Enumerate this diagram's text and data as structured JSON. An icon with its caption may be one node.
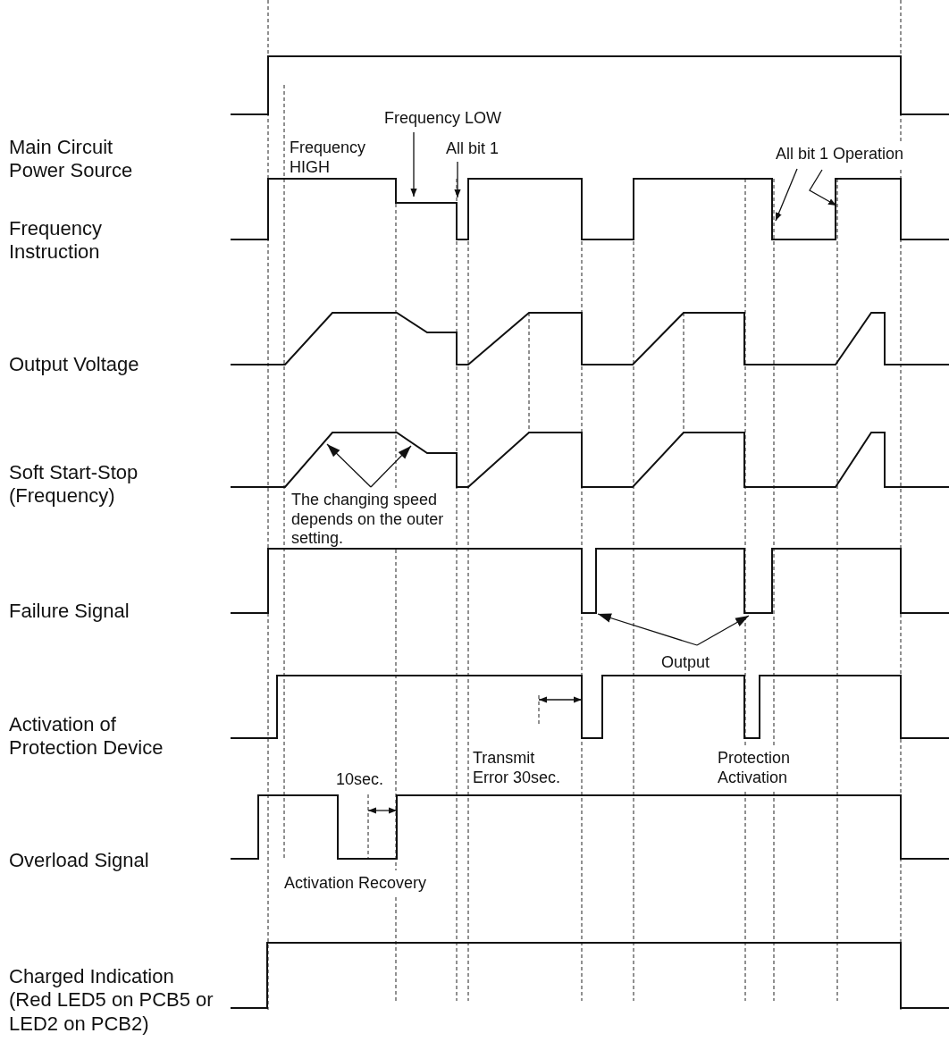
{
  "diagram": {
    "nodes": [
      {
        "text": [
          "Frequency LOW"
        ]
      },
      {
        "text": [
          "All bit 1"
        ]
      },
      {
        "text": [
          "All bit 1 Operation"
        ]
      },
      {
        "text": [
          "The changing speed depends on the outer setting."
        ]
      },
      {
        "text": [
          "Output"
        ]
      }
    ],
    "edges": [
      {
        "from": 0,
        "to": null,
        "arrow": "to"
      },
      {
        "from": 1,
        "to": null,
        "arrow": "to"
      },
      {
        "from": 2,
        "to": null,
        "arrow": "to"
      },
      {
        "from": 2,
        "to": null,
        "arrow": "to"
      },
      {
        "from": 3,
        "to": null,
        "arrow": "to"
      },
      {
        "from": 3,
        "to": null,
        "arrow": "to"
      },
      {
        "from": 4,
        "to": null,
        "arrow": "to"
      },
      {
        "from": 4,
        "to": null,
        "arrow": "to"
      }
    ],
    "labels": [
      "Main Circuit Power Source",
      "Frequency HIGH",
      "Frequency Instruction",
      "Output Voltage",
      "Soft Start-Stop (Frequency)",
      "Failure Signal",
      "Activation of Protection Device",
      "Transmit Error 30sec.",
      "Protection Activation",
      "10sec.",
      "Overload Signal",
      "Activation Recovery",
      "Charged Indication (Red LED5 on PCB5 or LED2 on PCB2)"
    ]
  }
}
